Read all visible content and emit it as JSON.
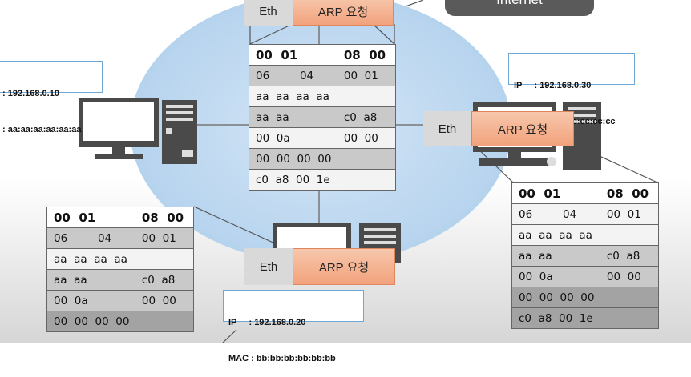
{
  "internet_label": "Internet",
  "eth_label": "Eth",
  "arp_label": "ARP 요청",
  "host_a": {
    "ip": ": 192.168.0.10",
    "mac": ": aa:aa:aa:aa:aa:aa"
  },
  "host_b": {
    "ip": "IP     : 192.168.0.20",
    "mac": "MAC : bb:bb:bb:bb:bb:bb"
  },
  "host_c": {
    "ip": "IP     : 192.168.0.30",
    "mac": "MAC : cc:cc:cc:cc:cc:cc"
  },
  "packet": {
    "header": [
      "00  01",
      "08  00"
    ],
    "r1": [
      "06",
      "04",
      "00  01"
    ],
    "r2": "aa  aa  aa  aa",
    "r3": [
      "aa  aa",
      "c0  a8"
    ],
    "r4": [
      "00  0a",
      "00  00"
    ],
    "r5": "00  00  00  00",
    "r6": "c0  a8  00  1e"
  }
}
